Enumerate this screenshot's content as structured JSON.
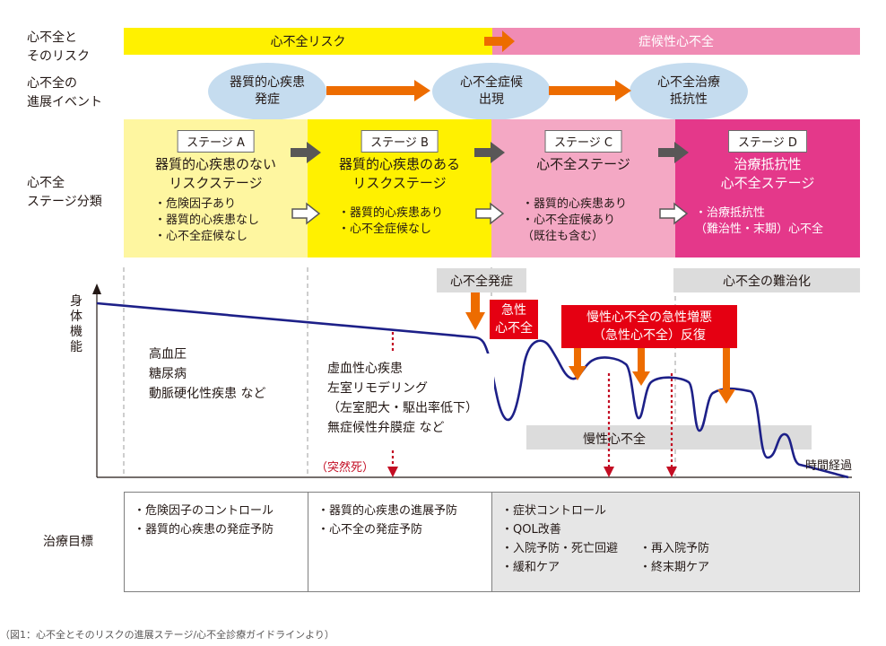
{
  "row_labels": {
    "risk": "心不全と\nそのリスク",
    "events": "心不全の\n進展イベント",
    "stage": "心不全\nステージ分類",
    "goal": "治療目標"
  },
  "risk_bar": {
    "left": "心不全リスク",
    "right": "症候性心不全"
  },
  "events": [
    "器質的心疾患\n発症",
    "心不全症候\n出現",
    "心不全治療\n抵抗性"
  ],
  "stages": [
    {
      "label": "ステージ A",
      "title": "器質的心疾患のない\nリスクステージ",
      "detail": "・危険因子あり\n・器質的心疾患なし\n・心不全症候なし"
    },
    {
      "label": "ステージ B",
      "title": "器質的心疾患のある\nリスクステージ",
      "detail": "・器質的心疾患あり\n・心不全症候なし"
    },
    {
      "label": "ステージ C",
      "title": "心不全ステージ",
      "detail": "・器質的心疾患あり\n・心不全症候あり\n（既往も含む）"
    },
    {
      "label": "ステージ D",
      "title": "治療抵抗性\n心不全ステージ",
      "detail": "・治療抵抗性\n（難治性・末期）心不全"
    }
  ],
  "graph": {
    "y_label": "身体機能",
    "x_label": "時間経過",
    "onset": "心不全発症",
    "refractory": "心不全の難治化",
    "acute": "急性\n心不全",
    "exacerbation": "慢性心不全の急性増悪\n（急性心不全）反復",
    "chronic": "慢性心不全",
    "risk_diseases": "高血圧\n糖尿病\n動脈硬化性疾患 など",
    "structural_diseases": "虚血性心疾患\n左室リモデリング\n（左室肥大・駆出率低下）\n無症候性弁膜症 など",
    "sudden_death": "（突然死）"
  },
  "goals": {
    "a": "・危険因子のコントロール\n・器質的心疾患の発症予防",
    "b": "・器質的心疾患の進展予防\n・心不全の発症予防",
    "c1": "・症状コントロール\n・QOL改善\n・入院予防・死亡回避\n・緩和ケア",
    "c2": "・再入院予防\n・終末期ケア"
  },
  "caption": "（図1：心不全とそのリスクの進展ステージ/心不全診療ガイドラインより）",
  "colors": {
    "stage_a": "#fef6a0",
    "stage_b": "#fff100",
    "stage_c": "#f4a8c4",
    "stage_d": "#e4388a",
    "risk_bar_left": "#fff100",
    "risk_bar_right": "#f08bb4",
    "event_ellipse": "#c5dcef",
    "arrow_orange": "#ed6c00",
    "curve": "#1d2088",
    "red": "#e50012",
    "gray_box": "#dcdcdc",
    "goal_c_bg": "#e6e6e6"
  }
}
